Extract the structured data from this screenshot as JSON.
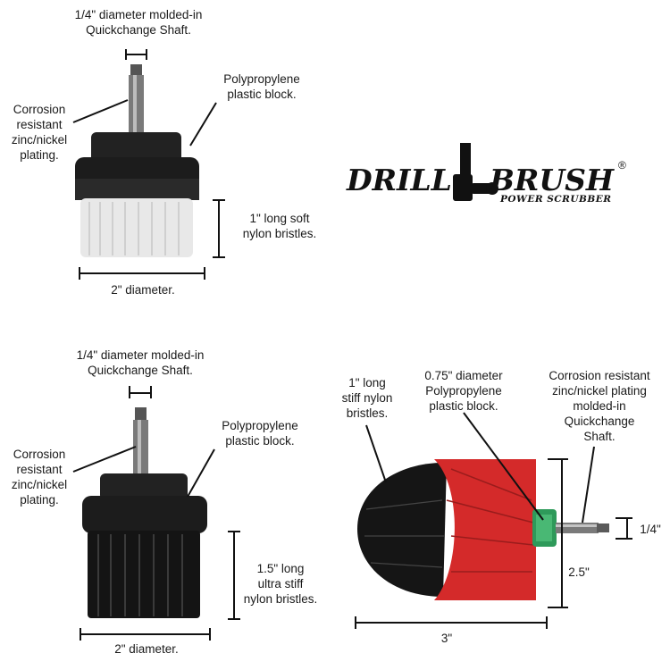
{
  "brush1": {
    "shaft": "1/4\" diameter molded-in\nQuickchange Shaft.",
    "plating": "Corrosion\nresistant\nzinc/nickel\nplating.",
    "block": "Polypropylene\nplastic block.",
    "bristles": "1\" long soft\nnylon bristles.",
    "diameter": "2\" diameter."
  },
  "brush2": {
    "shaft": "1/4\" diameter molded-in\nQuickchange Shaft.",
    "plating": "Corrosion\nresistant\nzinc/nickel\nplating.",
    "block": "Polypropylene\nplastic block.",
    "bristles": "1.5\" long\nultra stiff\nnylon bristles.",
    "diameter": "2\" diameter."
  },
  "brush3": {
    "bristles": "1\" long\nstiff nylon\nbristles.",
    "block": "0.75\" diameter\nPolypropylene\nplastic block.",
    "plating": "Corrosion resistant\nzinc/nickel plating\nmolded-in\nQuickchange\nShaft.",
    "shaft_size": "1/4\"",
    "height": "2.5\"",
    "length": "3\""
  },
  "logo": {
    "word1": "DRILL",
    "word2": "BRUSH",
    "registered": "®",
    "tagline": "POWER SCRUBBER"
  },
  "colors": {
    "brush_block": "#1e1e1e",
    "white_bristles": "#e9e9e9",
    "black_bristles": "#141414",
    "red_bristles": "#d42a2a",
    "green_collar": "#2e9a5a"
  }
}
